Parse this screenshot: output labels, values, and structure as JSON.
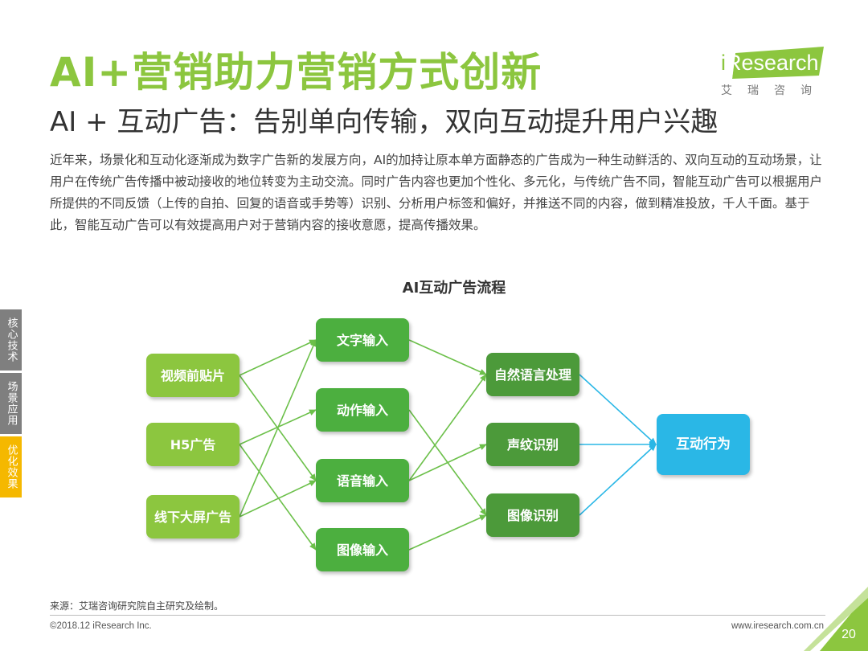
{
  "header": {
    "title": "AI+营销助力营销方式创新",
    "subtitle": "AI + 互动广告：告别单向传输，双向互动提升用户兴趣",
    "body": "近年来，场景化和互动化逐渐成为数字广告新的发展方向，AI的加持让原本单方面静态的广告成为一种生动鲜活的、双向互动的互动场景，让用户在传统广告传播中被动接收的地位转变为主动交流。同时广告内容也更加个性化、多元化，与传统广告不同，智能互动广告可以根据用户所提供的不同反馈（上传的自拍、回复的语音或手势等）识别、分析用户标签和偏好，并推送不同的内容，做到精准投放，千人千面。基于此，智能互动广告可以有效提高用户对于营销内容的接收意愿，提高传播效果。"
  },
  "logo": {
    "word_i": "i",
    "word_rest": "Research",
    "cn": "艾瑞咨询"
  },
  "side_tabs": [
    {
      "label": "核心技术"
    },
    {
      "label": "场景应用"
    },
    {
      "label": "优化效果"
    }
  ],
  "diagram": {
    "title": "AI互动广告流程",
    "sources": [
      {
        "label": "视频前贴片"
      },
      {
        "label": "H5广告"
      },
      {
        "label": "线下大屏广告"
      }
    ],
    "inputs": [
      {
        "label": "文字输入"
      },
      {
        "label": "动作输入"
      },
      {
        "label": "语音输入"
      },
      {
        "label": "图像输入"
      }
    ],
    "processes": [
      {
        "label": "自然语言处理"
      },
      {
        "label": "声纹识别"
      },
      {
        "label": "图像识别"
      }
    ],
    "output": {
      "label": "互动行为"
    },
    "colors": {
      "source": "#8cc63f",
      "input": "#4caf3f",
      "process": "#4c9a3a",
      "output": "#2ab7e6",
      "green_arrow": "#6cc04a",
      "blue_arrow": "#2ab7e6"
    }
  },
  "footer": {
    "source_note": "来源：艾瑞咨询研究院自主研究及绘制。",
    "copyright": "©2018.12 iResearch Inc.",
    "website": "www.iresearch.com.cn",
    "page_number": "20"
  }
}
